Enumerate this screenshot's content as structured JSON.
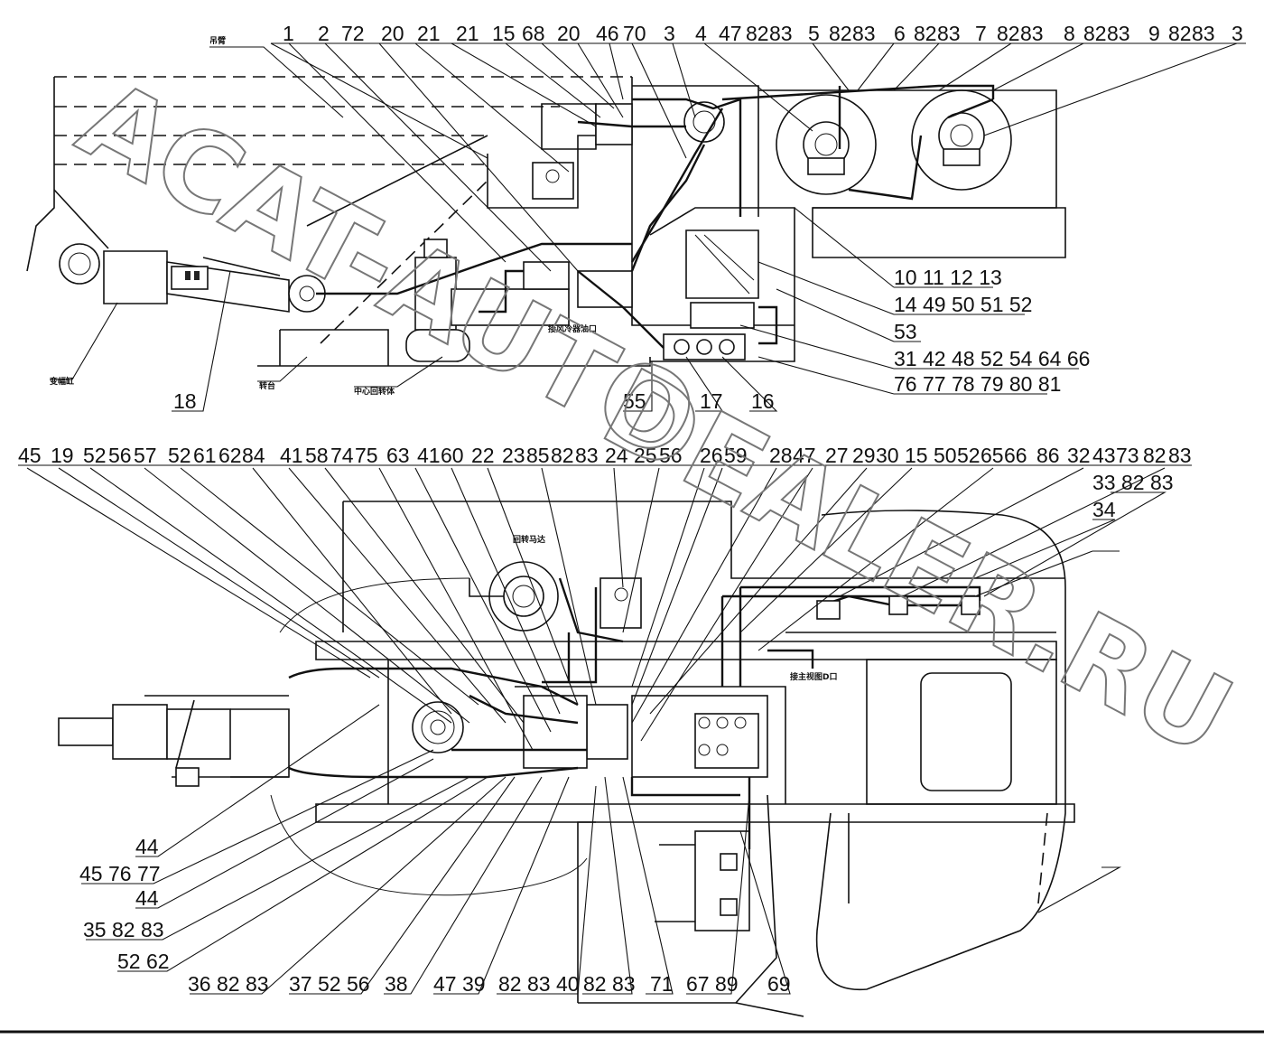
{
  "top_view": {
    "labels_top": [
      "1",
      "2",
      "72",
      "20",
      "21",
      "21",
      "15",
      "68",
      "20",
      "46",
      "70",
      "3",
      "4",
      "47",
      "82",
      "83",
      "5",
      "82",
      "83",
      "6",
      "82",
      "83",
      "7",
      "82",
      "83",
      "8",
      "82",
      "83",
      "9",
      "82",
      "83",
      "3"
    ],
    "labels_right": [
      "10 11 12 13",
      "14 49 50 51 52",
      "53",
      "31 42 48 52 54 64 66",
      "76 77 78 79 80 81"
    ],
    "labels_bottom": [
      "18",
      "55",
      "17",
      "16"
    ],
    "callouts_cn": {
      "boom": "吊臂",
      "luff_cylinder": "变幅缸",
      "turntable": "转台",
      "center_swivel": "中心回转体",
      "cooler_port": "接风冷器油口"
    }
  },
  "bottom_view": {
    "labels_top": [
      "45",
      "19",
      "52",
      "56",
      "57",
      "52",
      "61",
      "62",
      "84",
      "41",
      "58",
      "74",
      "75",
      "63",
      "41",
      "60",
      "22",
      "23",
      "85",
      "82",
      "83",
      "24",
      "25",
      "56",
      "26",
      "59",
      "28",
      "47",
      "27",
      "29",
      "30",
      "15",
      "50",
      "52",
      "65",
      "66",
      "86",
      "32",
      "43",
      "73",
      "82",
      "83"
    ],
    "labels_right": [
      "33 82 83",
      "34"
    ],
    "labels_left": [
      "44",
      "45 76 77",
      "44",
      "35 82 83",
      "52 62"
    ],
    "labels_bottom": [
      "36 82 83",
      "37 52 56",
      "38",
      "47 39",
      "82 83 40",
      "82 83",
      "71",
      "67 89",
      "69"
    ],
    "callouts_cn": {
      "swing_motor": "回转马达",
      "main_port": "接主视图D口"
    }
  },
  "watermark": {
    "line1": "ACAT-AUTO",
    "line2": "DEALER.RU"
  },
  "colors": {
    "ink": "#111111",
    "paper": "#ffffff",
    "watermark": "#777777"
  }
}
